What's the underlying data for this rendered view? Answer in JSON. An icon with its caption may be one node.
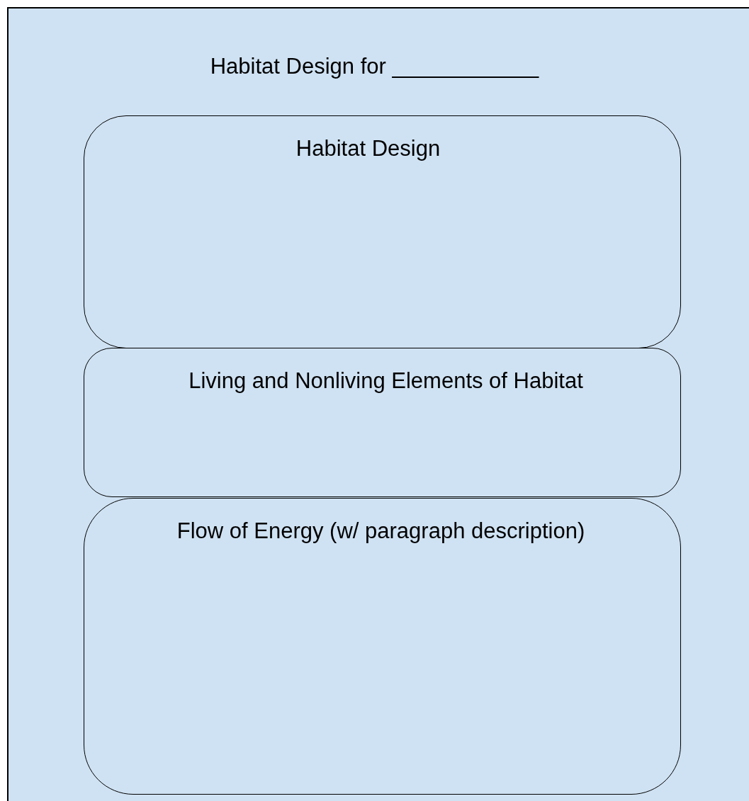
{
  "diagram": {
    "title": "Habitat Design for ____________",
    "nodes": [
      {
        "text": [
          "Habitat Design"
        ]
      },
      {
        "text": [
          "Living and Nonliving Elements of Habitat"
        ]
      },
      {
        "text": [
          "Flow of Energy (w/ paragraph description)"
        ]
      }
    ]
  }
}
